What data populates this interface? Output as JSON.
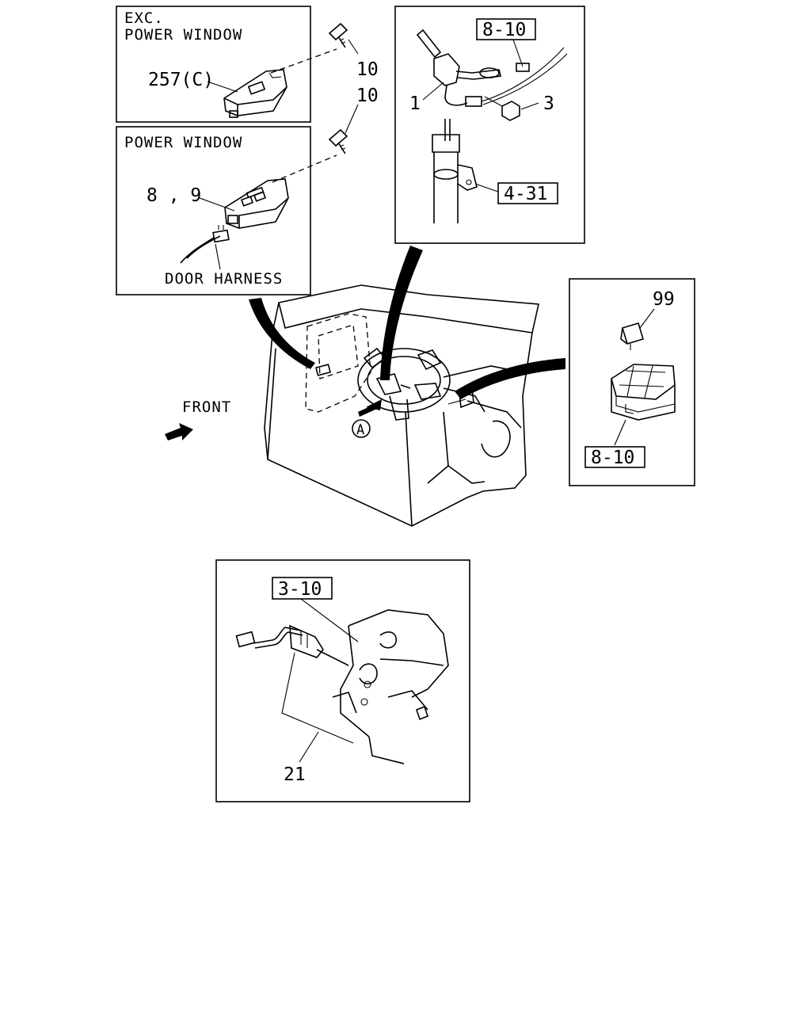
{
  "panels": {
    "exc_power_window": {
      "title_line1": "EXC.",
      "title_line2": "POWER WINDOW",
      "part_label": "257(C)"
    },
    "power_window": {
      "title": "POWER WINDOW",
      "part_label": "8 , 9",
      "harness_label": "DOOR HARNESS"
    },
    "steering_column": {
      "ref_top": "8-10",
      "part_1": "1",
      "part_3": "3",
      "ref_bottom": "4-31"
    },
    "relay_box": {
      "part_99": "99",
      "ref": "8-10"
    },
    "pedal_switch": {
      "ref": "3-10",
      "part_21": "21"
    }
  },
  "callouts": {
    "screw_upper": "10",
    "screw_lower": "10"
  },
  "main_view": {
    "front_label": "FRONT",
    "view_marker": "A"
  }
}
